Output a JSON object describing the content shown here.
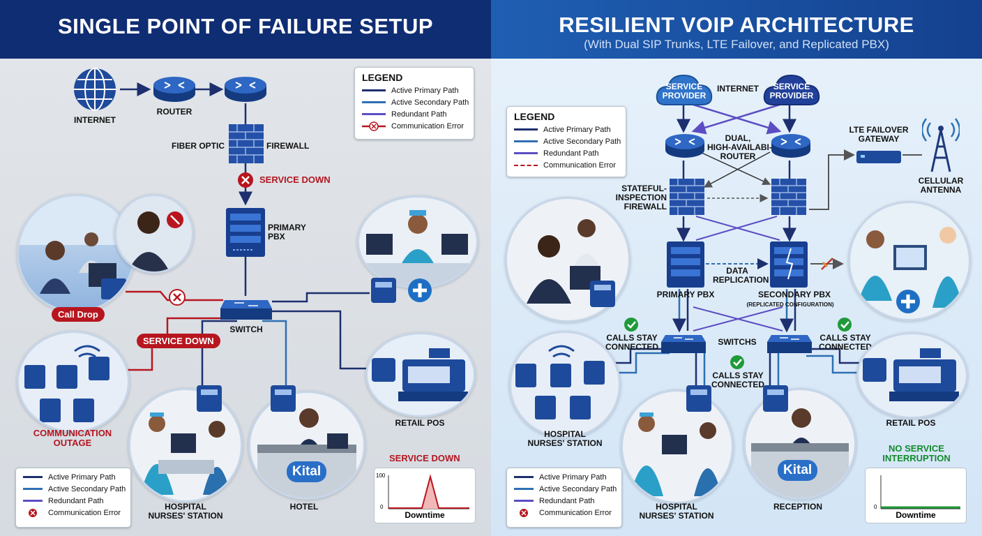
{
  "left": {
    "header_title": "SINGLE POINT OF FAILURE SETUP",
    "nodes": {
      "internet": "INTERNET",
      "router": "ROUTER",
      "fiber_optic": "FIBER OPTIC",
      "firewall": "FIREWALL",
      "service_down_1": "SERVICE DOWN",
      "primary_pbx": "PRIMARY\nPBX",
      "switch": "SWITCH",
      "call_drop": "Call Drop",
      "service_down_2": "SERVICE DOWN",
      "communication_outage": "COMMUNICATION\nOUTAGE",
      "hospital": "HOSPITAL\nNURSES' STATION",
      "hotel": "HOTEL",
      "retail_pos": "RETAIL POS",
      "hotel_brand": "Kital"
    },
    "legend": {
      "title": "LEGEND",
      "items": [
        "Active Primary Path",
        "Active Secondary Path",
        "Redundant Path",
        "Communication Error"
      ]
    },
    "bottom_legend": {
      "items": [
        "Active Primary Path",
        "Active Secondary Path",
        "Redundant Path",
        "Communication Error"
      ]
    },
    "downtime_chart": {
      "title": "SERVICE DOWN",
      "y_top": "100",
      "y_bottom": "0",
      "xlabel": "Downtime"
    }
  },
  "right": {
    "header_title": "RESILIENT VOIP ARCHITECTURE",
    "header_subtitle": "(With Dual SIP Trunks, LTE Failover, and Replicated PBX)",
    "nodes": {
      "provider_1": "SERVICE\nPROVIDER",
      "internet": "INTERNET",
      "provider_2": "SERVICE\nPROVIDER",
      "router": "DUAL,\nHIGH-AVAILABI-\nROUTER",
      "lte_gateway": "LTE FAILOVER\nGATEWAY",
      "cellular": "CELLULAR\nANTENNA",
      "firewall": "STATEFUL-\nINSPECTION\nFIREWALL",
      "primary_pbx": "PRIMARY PBX",
      "data_replication": "DATA\nREPLICATION",
      "secondary_pbx": "SECONDARY PBX",
      "secondary_pbx_note": "(REPLICATED CONFIGURATION)",
      "switches": "SWITCHS",
      "calls_1": "CALLS STAY\nCONNECTED",
      "calls_2": "CALLS STAY\nCONNECTED",
      "calls_3": "CALLS STAY\nCONNECTED",
      "hospital": "HOSPITAL\nNURSES' STATION",
      "reception": "RECEPTION",
      "retail_pos": "RETAIL POS",
      "no_interruption": "NO SERVICE\nINTERRUPTION",
      "hotel_brand": "Kital"
    },
    "legend": {
      "title": "LEGEND",
      "items": [
        "Active Primary Path",
        "Active Secondary Path",
        "Redundant Path",
        "Communication Error"
      ]
    },
    "bottom_legend": {
      "items": [
        "Active Primary Path",
        "Active Secondary Path",
        "Redundant Path",
        "Communication Error"
      ]
    },
    "uptime_chart": {
      "y_bottom": "0",
      "xlabel": "Downtime"
    }
  },
  "colors": {
    "primary_path": "#1d2f6f",
    "secondary_path": "#2e6fb3",
    "redundant_path": "#5b4ec2",
    "error": "#b7161f",
    "ok": "#1f9a3a",
    "device": "#1e4a9b"
  }
}
